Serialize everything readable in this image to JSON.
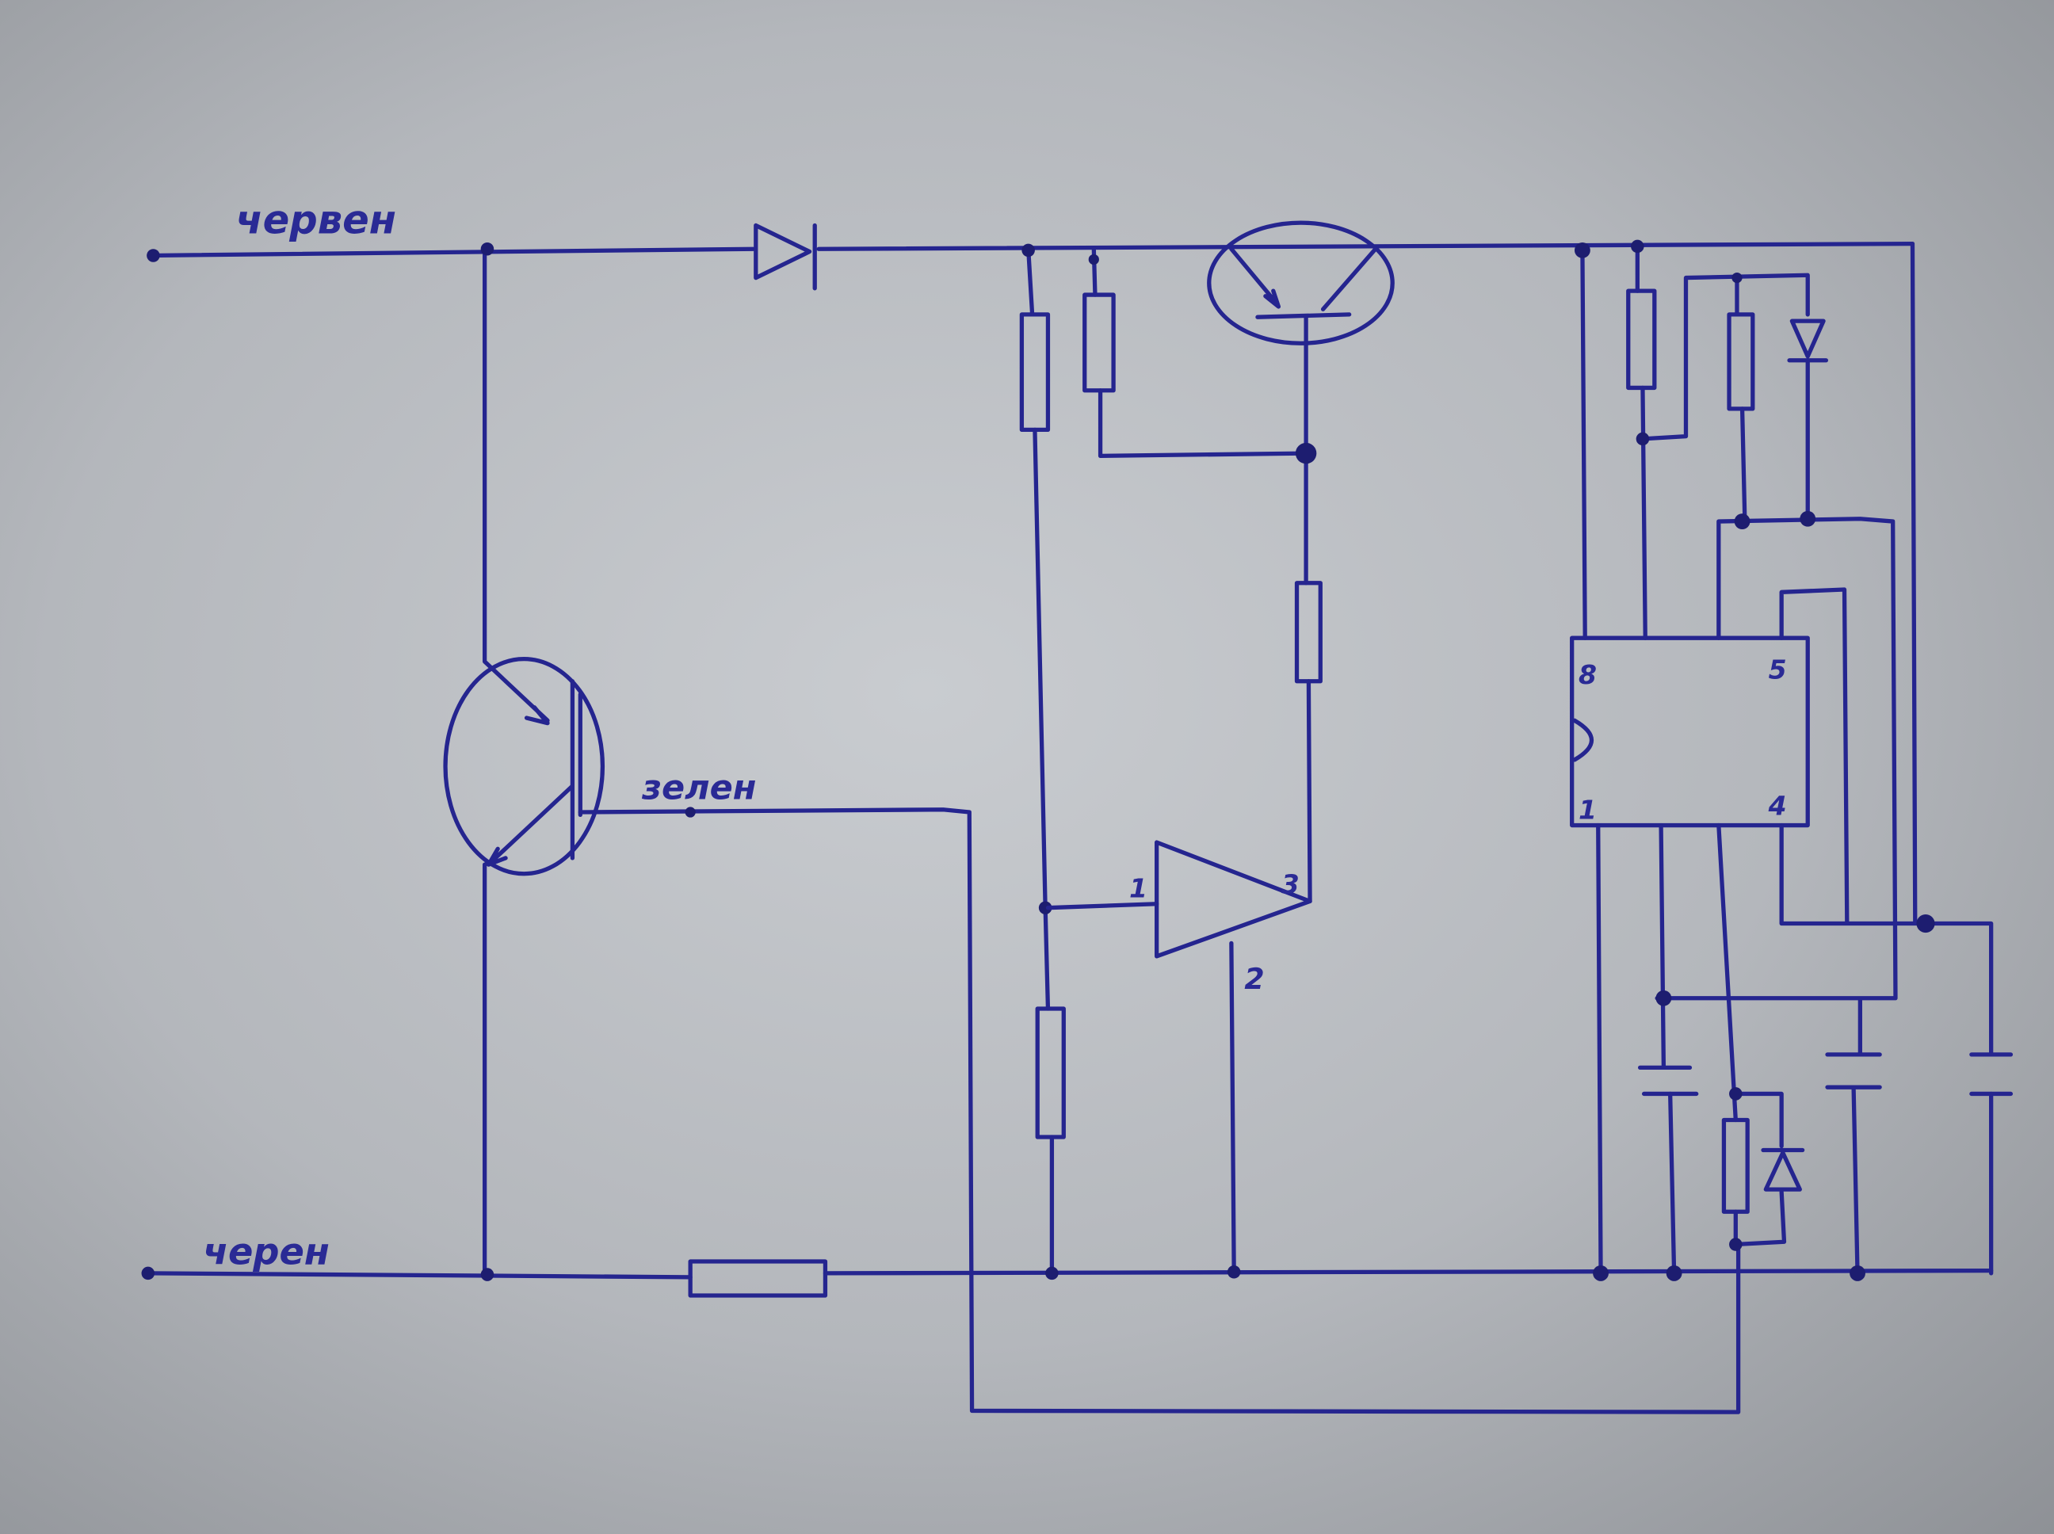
{
  "labels": {
    "red_wire": "червен",
    "green_wire": "зелен",
    "black_wire": "черен"
  },
  "regulator_pins": {
    "in": "1",
    "gnd": "2",
    "out": "3"
  },
  "ic_pins": {
    "p8": "8",
    "p5": "5",
    "p1": "1",
    "p4": "4"
  },
  "colors": {
    "ink": "#25258f",
    "paper": "#c0c3c8"
  }
}
